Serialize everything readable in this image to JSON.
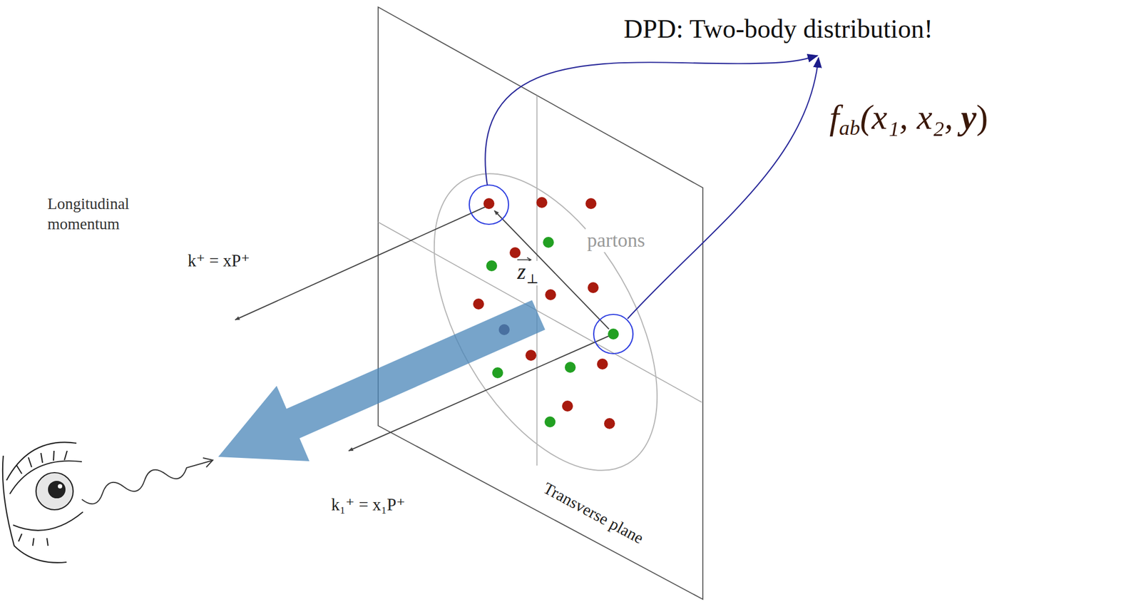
{
  "diagram": {
    "labels": [
      "DPD: Two-body distribution!",
      "f",
      "ab",
      "(x₁, x₂,",
      "y",
      ")",
      "Longitudinal momentum",
      "k⁺ = xP⁺",
      "z",
      "⊥",
      "partons",
      "k₁⁺ = x₁P⁺",
      "Transverse plane"
    ]
  }
}
